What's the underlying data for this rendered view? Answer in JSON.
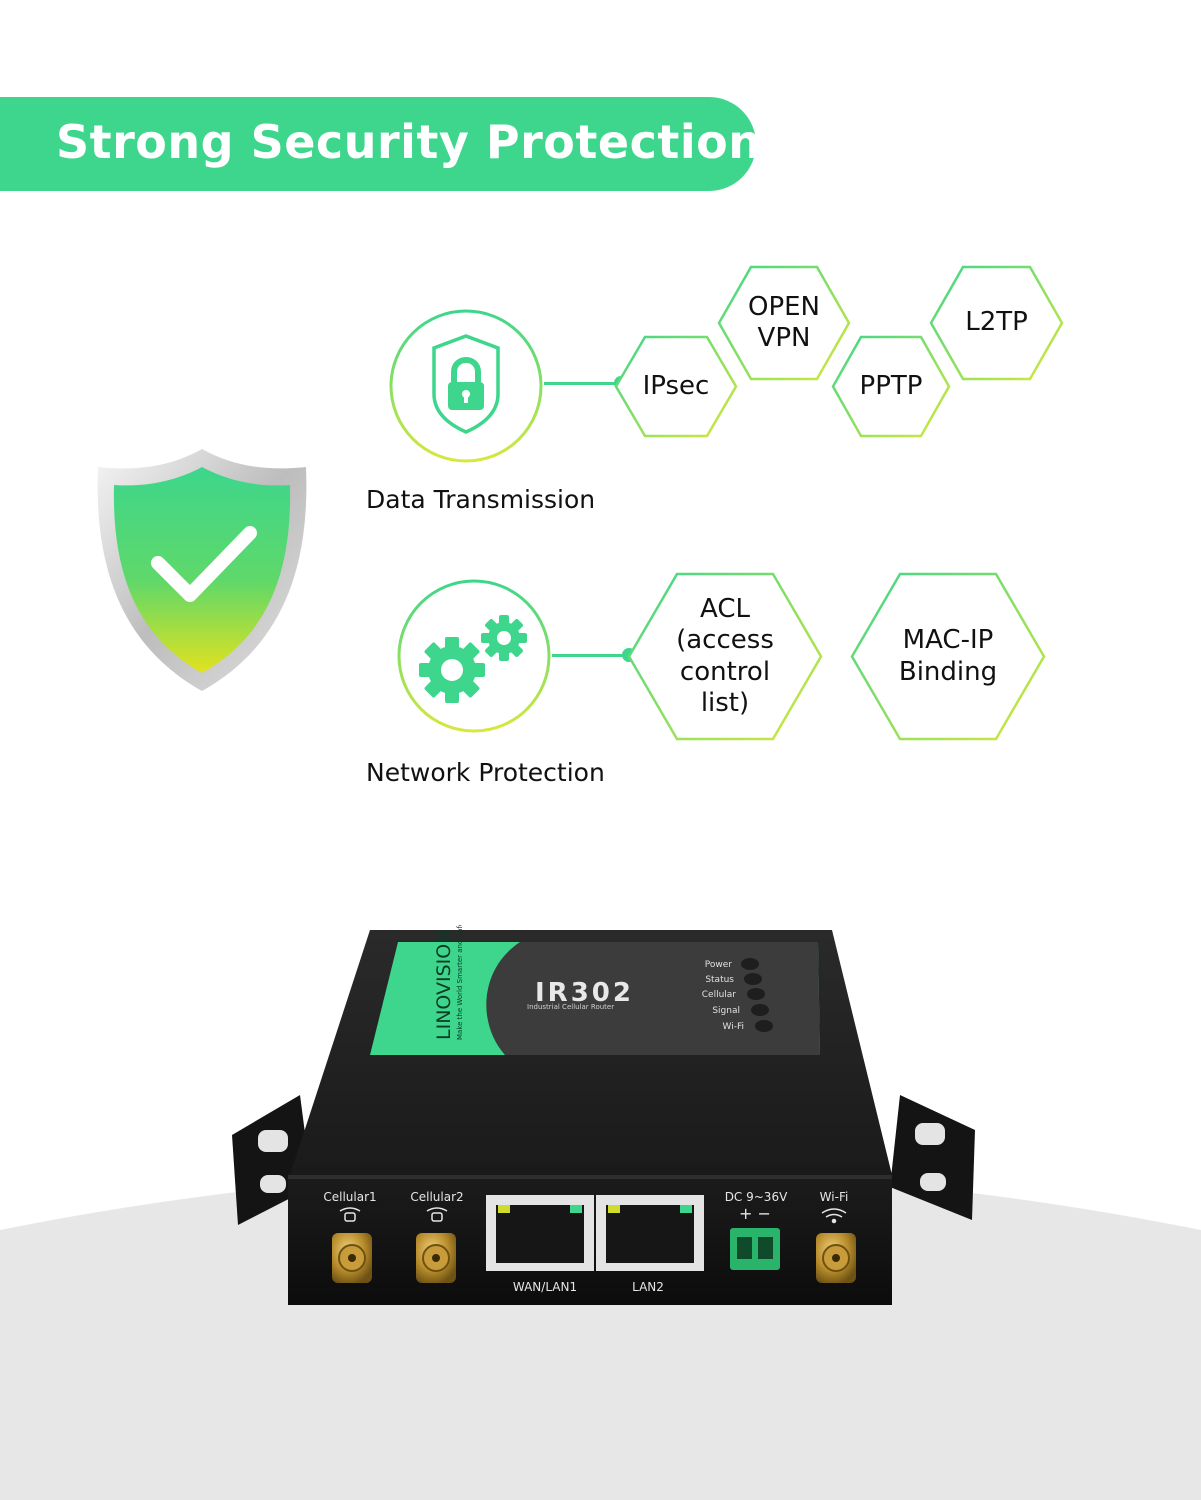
{
  "banner": {
    "title": "Strong Security Protection"
  },
  "colors": {
    "accent": "#3dd68c",
    "hex_gradient_end": "#d6e83a",
    "shield_top": "#3dd68c",
    "shield_bottom": "#e2e21e"
  },
  "sections": {
    "data_transmission": {
      "label": "Data Transmission",
      "icon": "padlock-icon",
      "tags": [
        "IPsec",
        "OPEN\nVPN",
        "PPTP",
        "L2TP"
      ]
    },
    "network_protection": {
      "label": "Network Protection",
      "icon": "gears-icon",
      "tags": [
        "ACL\n(access\ncontrol\nlist)",
        "MAC-IP\nBinding"
      ]
    }
  },
  "router": {
    "brand": "LINOVISION",
    "slogan": "Make the World Smarter and Safer",
    "model": "IR302",
    "model_subtitle": "Industrial Cellular Router",
    "leds": [
      "Power",
      "Status",
      "Cellular",
      "Signal",
      "Wi-Fi"
    ],
    "ports": {
      "cellular1": "Cellular1",
      "cellular2": "Cellular2",
      "wan_lan1": "WAN/LAN1",
      "lan2": "LAN2",
      "dc": "DC 9~36V",
      "dc_polarity": "+ −",
      "wifi": "Wi-Fi"
    }
  }
}
